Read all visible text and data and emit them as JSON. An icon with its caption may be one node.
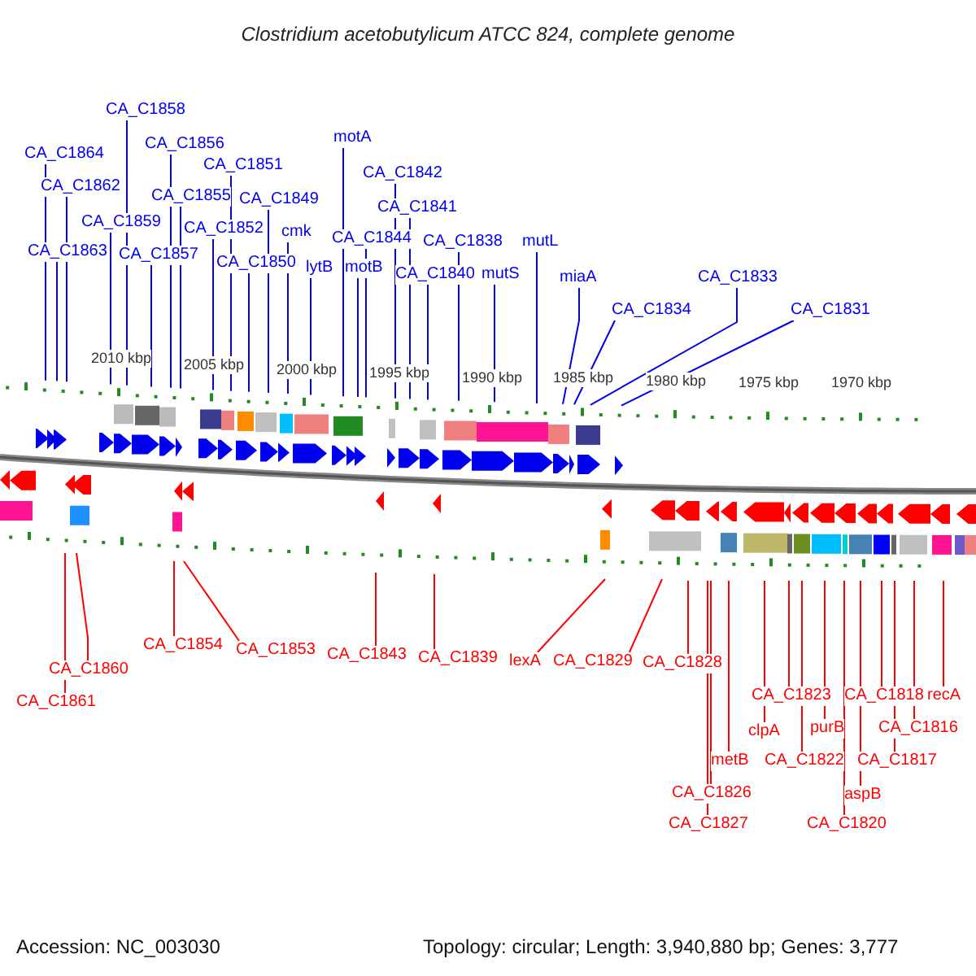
{
  "diagram": {
    "title": "Clostridium acetobutylicum ATCC 824, complete genome",
    "nodes": [
      {
        "text": [
          "CA_C1858"
        ]
      },
      {
        "text": [
          "CA_C1864"
        ]
      },
      {
        "text": [
          "CA_C1862"
        ]
      },
      {
        "text": [
          "CA_C1863"
        ]
      },
      {
        "text": [
          "CA_C1859"
        ]
      },
      {
        "text": [
          "CA_C1857"
        ]
      },
      {
        "text": [
          "CA_C1856"
        ]
      },
      {
        "text": [
          "CA_C1855"
        ]
      },
      {
        "text": [
          "CA_C1852"
        ]
      },
      {
        "text": [
          "CA_C1851"
        ]
      },
      {
        "text": [
          "CA_C1850"
        ]
      },
      {
        "text": [
          "CA_C1849"
        ]
      },
      {
        "text": [
          "cmk"
        ]
      },
      {
        "text": [
          "lytB"
        ]
      },
      {
        "text": [
          "motA"
        ]
      },
      {
        "text": [
          "CA_C1844"
        ]
      },
      {
        "text": [
          "motB"
        ]
      },
      {
        "text": [
          "CA_C1842"
        ]
      },
      {
        "text": [
          "CA_C1841"
        ]
      },
      {
        "text": [
          "CA_C1838"
        ]
      },
      {
        "text": [
          "CA_C1840"
        ]
      },
      {
        "text": [
          "mutS"
        ]
      },
      {
        "text": [
          "mutL"
        ]
      },
      {
        "text": [
          "miaA"
        ]
      },
      {
        "text": [
          "CA_C1834"
        ]
      },
      {
        "text": [
          "CA_C1833"
        ]
      },
      {
        "text": [
          "CA_C1831"
        ]
      },
      {
        "text": [
          "CA_C1861"
        ]
      },
      {
        "text": [
          "CA_C1860"
        ]
      },
      {
        "text": [
          "CA_C1854"
        ]
      },
      {
        "text": [
          "CA_C1853"
        ]
      },
      {
        "text": [
          "CA_C1843"
        ]
      },
      {
        "text": [
          "CA_C1839"
        ]
      },
      {
        "text": [
          "lexA"
        ]
      },
      {
        "text": [
          "CA_C1829"
        ]
      },
      {
        "text": [
          "CA_C1828"
        ]
      },
      {
        "text": [
          "metB"
        ]
      },
      {
        "text": [
          "CA_C1826"
        ]
      },
      {
        "text": [
          "CA_C1827"
        ]
      },
      {
        "text": [
          "CA_C1823"
        ]
      },
      {
        "text": [
          "clpA"
        ]
      },
      {
        "text": [
          "CA_C1822"
        ]
      },
      {
        "text": [
          "purB"
        ]
      },
      {
        "text": [
          "aspB"
        ]
      },
      {
        "text": [
          "CA_C1820"
        ]
      },
      {
        "text": [
          "CA_C1818"
        ]
      },
      {
        "text": [
          "CA_C1817"
        ]
      },
      {
        "text": [
          "CA_C1816"
        ]
      },
      {
        "text": [
          "recA"
        ]
      }
    ],
    "edges": [
      {
        "from": 0,
        "to": null,
        "arrow": "none"
      },
      {
        "from": 1,
        "to": null,
        "arrow": "none"
      },
      {
        "from": 2,
        "to": null,
        "arrow": "none"
      },
      {
        "from": 3,
        "to": null,
        "arrow": "none"
      },
      {
        "from": 4,
        "to": null,
        "arrow": "none"
      },
      {
        "from": 5,
        "to": null,
        "arrow": "none"
      },
      {
        "from": 6,
        "to": null,
        "arrow": "none"
      },
      {
        "from": 7,
        "to": null,
        "arrow": "none"
      },
      {
        "from": 8,
        "to": null,
        "arrow": "none"
      },
      {
        "from": 9,
        "to": null,
        "arrow": "none"
      },
      {
        "from": 10,
        "to": null,
        "arrow": "none"
      },
      {
        "from": 11,
        "to": null,
        "arrow": "none"
      },
      {
        "from": 12,
        "to": null,
        "arrow": "none"
      },
      {
        "from": 13,
        "to": null,
        "arrow": "none"
      },
      {
        "from": 14,
        "to": null,
        "arrow": "none"
      },
      {
        "from": 15,
        "to": null,
        "arrow": "none"
      },
      {
        "from": 16,
        "to": null,
        "arrow": "none"
      },
      {
        "from": 17,
        "to": null,
        "arrow": "none"
      },
      {
        "from": 18,
        "to": null,
        "arrow": "none"
      },
      {
        "from": 19,
        "to": null,
        "arrow": "none"
      },
      {
        "from": 20,
        "to": null,
        "arrow": "none"
      },
      {
        "from": 21,
        "to": null,
        "arrow": "none"
      },
      {
        "from": 22,
        "to": null,
        "arrow": "none"
      },
      {
        "from": 23,
        "to": null,
        "arrow": "none"
      },
      {
        "from": 24,
        "to": null,
        "arrow": "none"
      },
      {
        "from": 25,
        "to": null,
        "arrow": "none"
      },
      {
        "from": 26,
        "to": null,
        "arrow": "none"
      },
      {
        "from": 27,
        "to": null,
        "arrow": "none",
        "color": "#ff0000"
      },
      {
        "from": 28,
        "to": null,
        "arrow": "none",
        "color": "#ff0000"
      },
      {
        "from": 29,
        "to": null,
        "arrow": "none",
        "color": "#ff0000"
      },
      {
        "from": 30,
        "to": null,
        "arrow": "none",
        "color": "#ff0000"
      },
      {
        "from": 31,
        "to": null,
        "arrow": "none",
        "color": "#ff0000"
      },
      {
        "from": 32,
        "to": null,
        "arrow": "none",
        "color": "#ff0000"
      },
      {
        "from": 33,
        "to": null,
        "arrow": "none",
        "color": "#ff0000"
      },
      {
        "from": 34,
        "to": null,
        "arrow": "none",
        "color": "#ff0000"
      },
      {
        "from": 35,
        "to": null,
        "arrow": "none",
        "color": "#ff0000"
      },
      {
        "from": 36,
        "to": null,
        "arrow": "none",
        "color": "#ff0000"
      },
      {
        "from": 37,
        "to": null,
        "arrow": "none",
        "color": "#ff0000"
      },
      {
        "from": 38,
        "to": null,
        "arrow": "none",
        "color": "#ff0000"
      },
      {
        "from": 39,
        "to": null,
        "arrow": "none",
        "color": "#ff0000"
      },
      {
        "from": 40,
        "to": null,
        "arrow": "none",
        "color": "#ff0000"
      },
      {
        "from": 41,
        "to": null,
        "arrow": "none",
        "color": "#ff0000"
      },
      {
        "from": 42,
        "to": null,
        "arrow": "none",
        "color": "#ff0000"
      },
      {
        "from": 43,
        "to": null,
        "arrow": "none",
        "color": "#ff0000"
      },
      {
        "from": 44,
        "to": null,
        "arrow": "none",
        "color": "#ff0000"
      },
      {
        "from": 45,
        "to": null,
        "arrow": "none",
        "color": "#ff0000"
      },
      {
        "from": 46,
        "to": null,
        "arrow": "none",
        "color": "#ff0000"
      },
      {
        "from": 47,
        "to": null,
        "arrow": "none",
        "color": "#ff0000"
      },
      {
        "from": 48,
        "to": null,
        "arrow": "none",
        "color": "#ff0000"
      }
    ],
    "labels": [
      "2010 kbp",
      "2005 kbp",
      "2000 kbp",
      "1995 kbp",
      "1990 kbp",
      "1985 kbp",
      "1980 kbp",
      "1975 kbp",
      "1970 kbp",
      "Accession: NC_003030",
      "Topology: circular; Length: 3,940,880 bp; Genes: 3,777"
    ]
  }
}
